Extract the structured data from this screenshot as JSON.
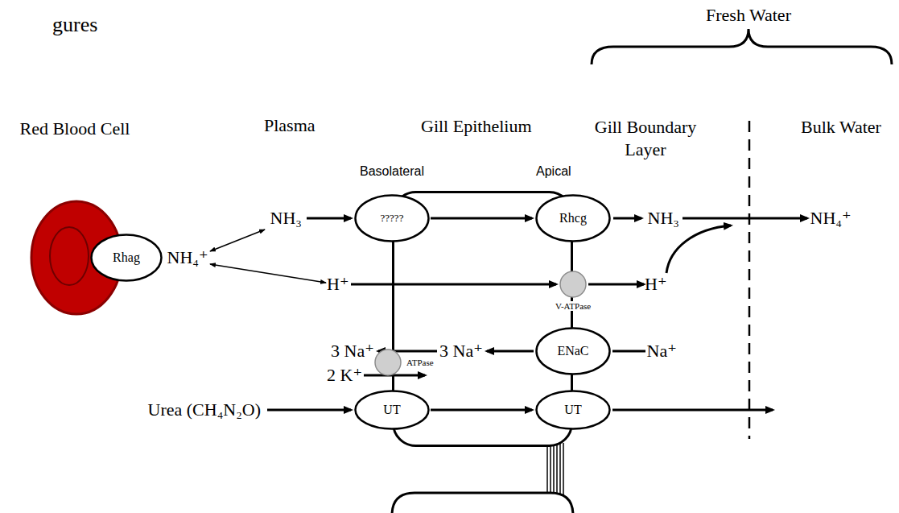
{
  "diagram": {
    "nodes": [
      {
        "text": [
          "Rhag"
        ]
      },
      {
        "text": [
          "Basolateral",
          "Apical"
        ]
      },
      {
        "text": [
          "?????"
        ]
      },
      {
        "text": [
          "Rhcg"
        ]
      },
      {
        "text": [
          "V-ATPase"
        ]
      },
      {
        "text": [
          "ENaC"
        ]
      },
      {
        "text": [
          "ATPase"
        ]
      },
      {
        "text": [
          "UT"
        ]
      },
      {
        "text": [
          "UT"
        ]
      }
    ],
    "edges": [
      {
        "from": 2,
        "to": 3,
        "arrow": "to"
      },
      {
        "from": 7,
        "to": 8,
        "arrow": "to"
      }
    ],
    "labels": [
      "gures",
      "Fresh Water",
      "Red Blood Cell",
      "Plasma",
      "Gill Epithelium",
      "Gill Boundary Layer",
      "Bulk Water",
      "NH₃",
      "NH₄⁺",
      "H⁺",
      "NH₃",
      "NH₄⁺",
      "H⁺",
      "3 Na⁺",
      "3 Na⁺",
      "Na⁺",
      "2 K⁺",
      "Urea (CH₄N₂O)"
    ]
  }
}
